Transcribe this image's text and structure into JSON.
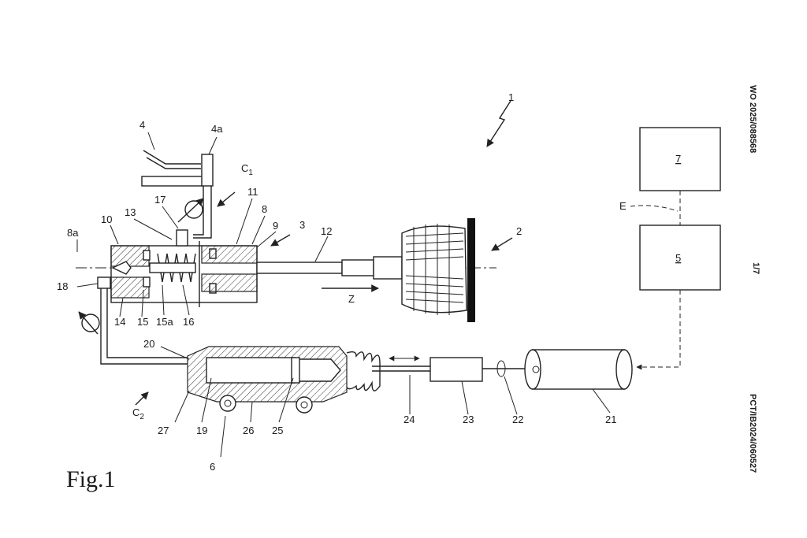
{
  "header": {
    "publication_number": "WO 2025/088568",
    "sheet_number": "1/7",
    "application_number": "PCT/IB2024/060527"
  },
  "figure": {
    "caption": "Fig.1"
  },
  "labels": {
    "l1": "1",
    "l2": "2",
    "l3": "3",
    "l4": "4",
    "l4a": "4a",
    "l5": "5",
    "l6": "6",
    "l7": "7",
    "l8": "8",
    "l8a": "8a",
    "l9": "9",
    "l10": "10",
    "l11": "11",
    "l12": "12",
    "l13": "13",
    "l14": "14",
    "l15": "15",
    "l15a": "15a",
    "l16": "16",
    "l17": "17",
    "l18": "18",
    "l19": "19",
    "l20": "20",
    "l21": "21",
    "l22": "22",
    "l23": "23",
    "l24": "24",
    "l25": "25",
    "l26": "26",
    "l27": "27",
    "c1": "C",
    "c1_sub": "1",
    "c2": "C",
    "c2_sub": "2",
    "e": "E",
    "z": "Z"
  }
}
